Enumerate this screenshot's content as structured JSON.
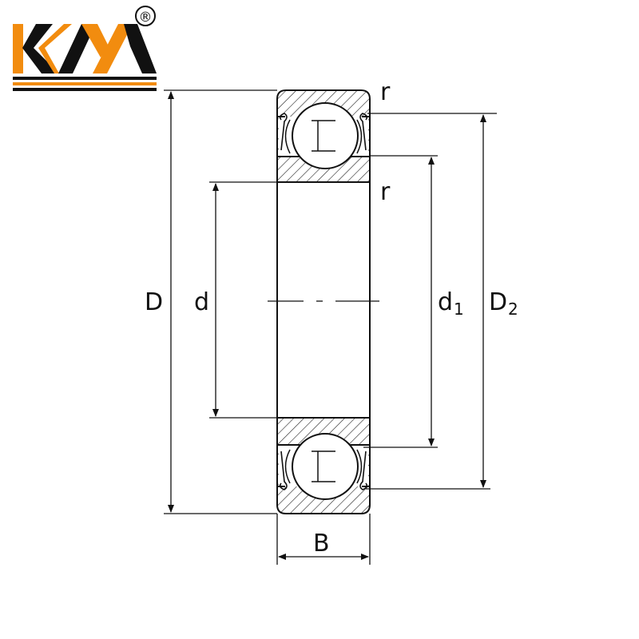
{
  "logo": {
    "text": "KYX",
    "registered_mark": "®",
    "colors": {
      "orange": "#f28c0f",
      "black": "#111111"
    }
  },
  "labels": {
    "outer_diameter": "D",
    "bore_diameter": "d",
    "inner_ring_diameter": "d",
    "inner_ring_sub": "1",
    "outer_ring_diameter": "D",
    "outer_ring_sub": "2",
    "width": "B",
    "radius_top": "r",
    "radius_bottom": "r"
  }
}
